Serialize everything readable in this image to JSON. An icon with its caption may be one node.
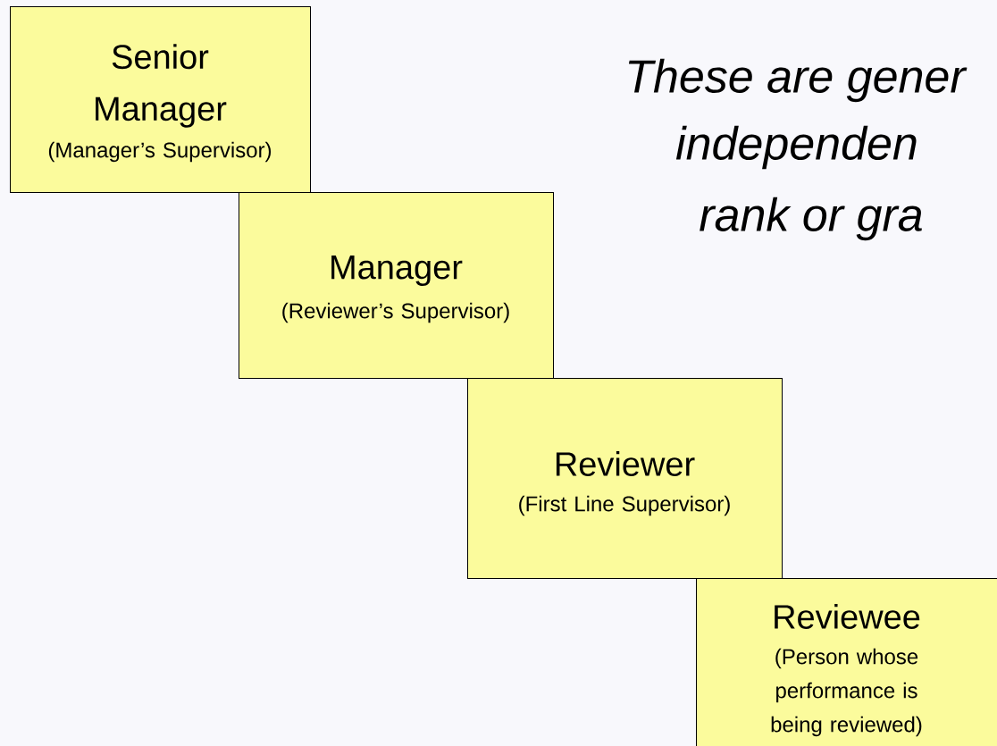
{
  "diagram": {
    "nodes": [
      {
        "text": [
          "Senior Manager",
          "(Manager’s Supervisor)"
        ]
      },
      {
        "text": [
          "Manager",
          "(Reviewer’s Supervisor)"
        ]
      },
      {
        "text": [
          "Reviewer",
          "(First Line Supervisor)"
        ]
      },
      {
        "text": [
          "Reviewee",
          "(Person whose performance is being reviewed)"
        ]
      }
    ],
    "labels": [
      "These are gener",
      "independen",
      "rank or gra"
    ]
  }
}
